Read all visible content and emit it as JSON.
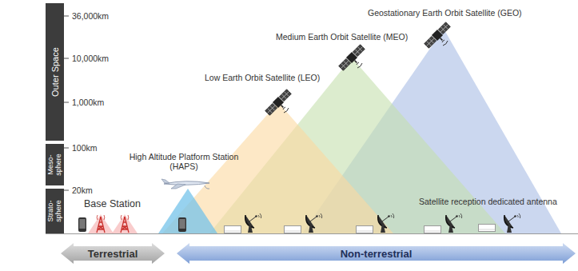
{
  "diagram": {
    "nodes": [
      {
        "text": [
          "Outer Space"
        ]
      },
      {
        "text": [
          "Meso- sphere"
        ]
      },
      {
        "text": [
          "Strato- sphere"
        ]
      },
      {
        "text": [
          "Terrestrial"
        ]
      },
      {
        "text": [
          "Non-terrestrial"
        ]
      }
    ],
    "labels": [
      "36,000km",
      "10,000km",
      "1,000km",
      "100km",
      "20km",
      "Base Station",
      "High Altitude Platform Station (HAPS)",
      "Low Earth Orbit Satellite (LEO)",
      "Medium Earth Orbit Satellite (MEO)",
      "Geostationary Earth Orbit Satellite (GEO)",
      "Satellite reception dedicated antenna"
    ]
  }
}
